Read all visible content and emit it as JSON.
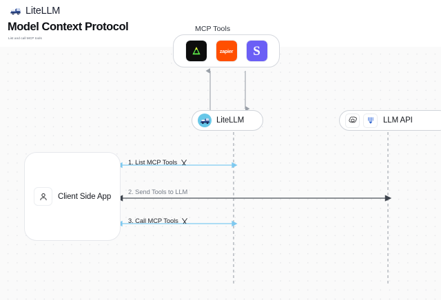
{
  "topbar": {
    "brand_name": "LiteLLM",
    "logo_icon": "litellm-truck-icon"
  },
  "header": {
    "title": "Model Context Protocol",
    "subtitle": "List and call MCP tools"
  },
  "diagram": {
    "mcp_group": {
      "label": "MCP Tools",
      "tools": [
        {
          "name": "anthropic",
          "icon": "anthropic-icon",
          "label": "",
          "bg": "#0d0d0d"
        },
        {
          "name": "zapier",
          "icon": "zapier-icon",
          "label": "zapier",
          "bg": "#ff4f00"
        },
        {
          "name": "slack",
          "icon": "slack-icon",
          "label": "S",
          "bg": "#6b5ff5"
        }
      ]
    },
    "litellm_node": {
      "label": "LiteLLM",
      "icon": "litellm-avatar-icon"
    },
    "llm_api_node": {
      "label": "LLM API",
      "icons": [
        "openai-icon",
        "anthropic-claude-icon"
      ]
    },
    "client_node": {
      "label": "Client Side App",
      "icon": "user-icon"
    },
    "edges": [
      {
        "id": "edge-1",
        "label": "1. List MCP Tools",
        "icon": "tools-icon",
        "color": "#7ec9f0",
        "style": "solid",
        "direction": "bidirectional"
      },
      {
        "id": "edge-2",
        "label": "2. Send Tools to LLM",
        "icon": "",
        "color": "#4b5059",
        "style": "solid",
        "direction": "bidirectional"
      },
      {
        "id": "edge-3",
        "label": "3. Call MCP Tools",
        "icon": "tools-icon",
        "color": "#7ec9f0",
        "style": "solid",
        "direction": "bidirectional"
      }
    ],
    "lifelines": [
      {
        "name": "litellm-lifeline",
        "color": "#b9bdc4"
      },
      {
        "name": "llm-api-lifeline",
        "color": "#b9bdc4"
      }
    ],
    "vertical_arrows": [
      {
        "name": "tools-up-arrow",
        "direction": "up",
        "color": "#9aa0a8"
      },
      {
        "name": "tools-down-arrow",
        "direction": "down",
        "color": "#9aa0a8"
      }
    ]
  },
  "colors": {
    "canvas_bg": "#fafafa",
    "dot_grid": "#e6e7ea",
    "accent_blue": "#7ec9f0",
    "text_dark": "#14171d",
    "text_gray": "#767d88"
  }
}
